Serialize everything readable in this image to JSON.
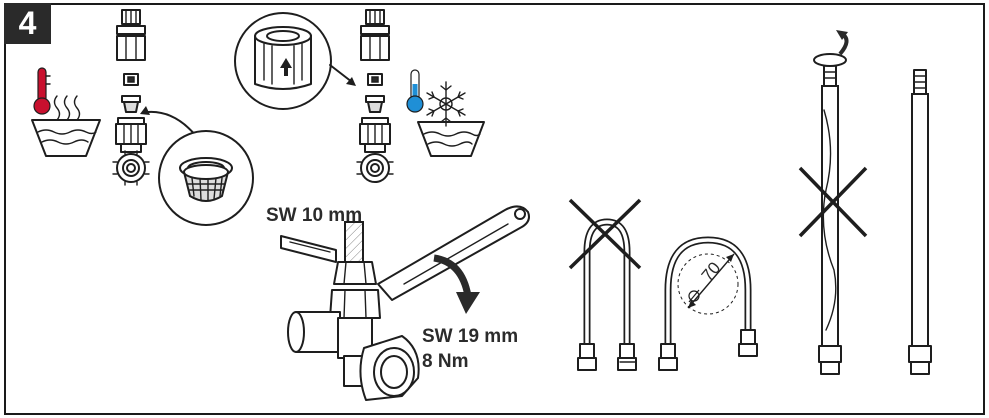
{
  "step": {
    "number": "4"
  },
  "labels": {
    "wrench_small": "SW 10 mm",
    "wrench_large": "SW 19 mm",
    "torque": "8 Nm",
    "bend_diameter": "70"
  },
  "colors": {
    "hot": "#c8102e",
    "cold": "#1f8fd6",
    "line": "#1e1e1e"
  },
  "icons": [
    "hot-thermometer-icon",
    "cold-thermometer-icon",
    "snowflake-icon",
    "steam-icon",
    "wrench-icon",
    "twist-arrow-icon",
    "cross-mark-icon",
    "diameter-icon"
  ]
}
